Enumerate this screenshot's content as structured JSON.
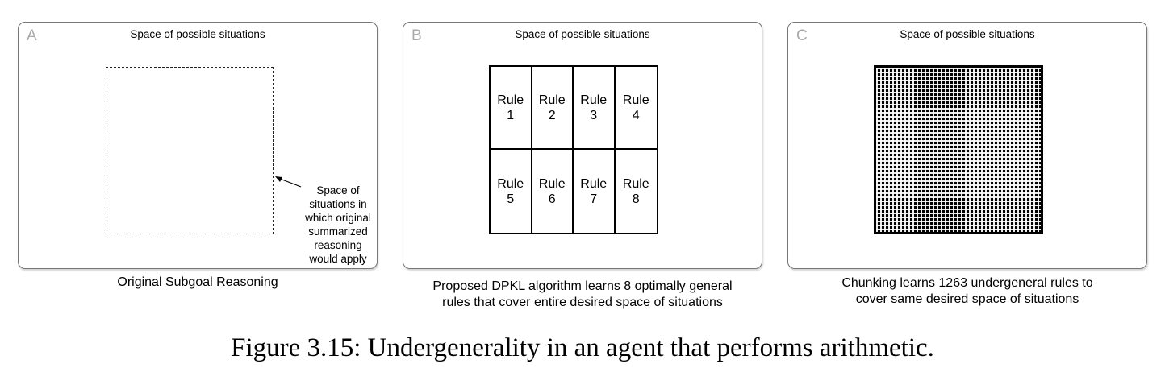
{
  "panels": [
    {
      "letter": "A",
      "title": "Space of possible situations",
      "callout": [
        "Space of",
        "situations in",
        "which original",
        "summarized",
        "reasoning",
        "would apply"
      ],
      "caption": "Original Subgoal Reasoning"
    },
    {
      "letter": "B",
      "title": "Space of possible situations",
      "rules": [
        {
          "word": "Rule",
          "num": "1"
        },
        {
          "word": "Rule",
          "num": "2"
        },
        {
          "word": "Rule",
          "num": "3"
        },
        {
          "word": "Rule",
          "num": "4"
        },
        {
          "word": "Rule",
          "num": "5"
        },
        {
          "word": "Rule",
          "num": "6"
        },
        {
          "word": "Rule",
          "num": "7"
        },
        {
          "word": "Rule",
          "num": "8"
        }
      ],
      "caption": [
        "Proposed DPKL algorithm learns 8 optimally general",
        "rules that cover entire desired space of situations"
      ]
    },
    {
      "letter": "C",
      "title": "Space of possible situations",
      "caption": [
        "Chunking learns 1263 undergeneral rules to",
        "cover same desired space of situations"
      ]
    }
  ],
  "figure_caption": "Figure 3.15: Undergenerality in an agent that performs arithmetic."
}
